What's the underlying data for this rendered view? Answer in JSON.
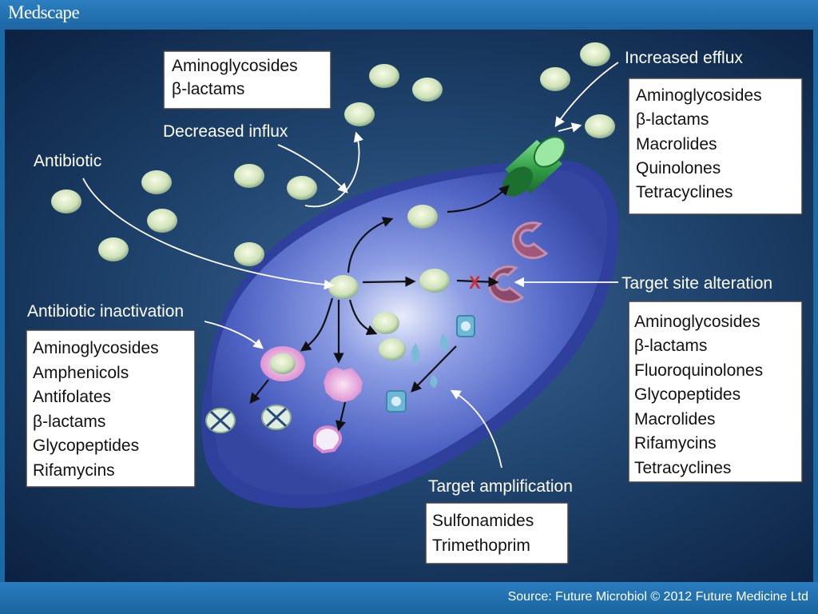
{
  "header": {
    "brand": "Medscape"
  },
  "footer": {
    "source": "Source: Future Microbiol © 2012 Future Medicine Ltd"
  },
  "diagram": {
    "labels": {
      "antibiotic": "Antibiotic",
      "decreased_influx": "Decreased influx",
      "increased_efflux": "Increased efflux",
      "target_site_alteration": "Target site alteration",
      "antibiotic_inactivation": "Antibiotic inactivation",
      "target_amplification": "Target amplification"
    },
    "influx_box": [
      "Aminoglycosides",
      "β-lactams"
    ],
    "efflux_box": [
      "Aminoglycosides",
      "β-lactams",
      "Macrolides",
      "Quinolones",
      "Tetracyclines"
    ],
    "target_site_box": [
      "Aminoglycosides",
      "β-lactams",
      "Fluoroquinolones",
      "Glycopeptides",
      "Macrolides",
      "Rifamycins",
      "Tetracyclines"
    ],
    "inactivation_box": [
      "Aminoglycosides",
      "Amphenicols",
      "Antifolates",
      "β-lactams",
      "Glycopeptides",
      "Rifamycins"
    ],
    "amplification_box": [
      "Sulfonamides",
      "Trimethoprim"
    ],
    "blocked_mark": "X"
  }
}
